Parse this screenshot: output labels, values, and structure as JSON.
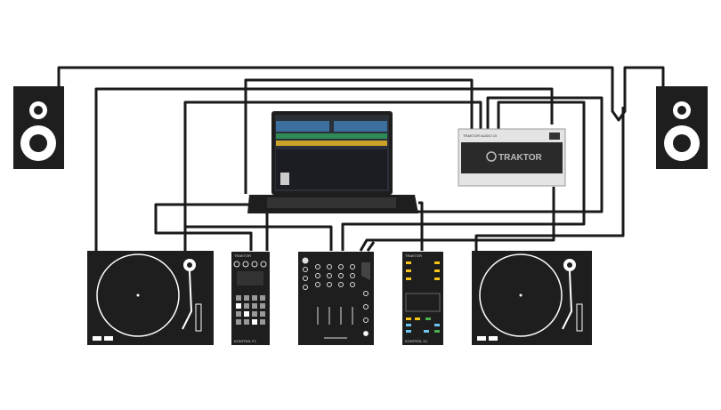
{
  "devices": {
    "interface_brand": "TRAKTOR",
    "interface_model": "TRAKTOR AUDIO 10",
    "f1_brand": "TRAKTOR",
    "f1_name": "KONTROL F1",
    "x1_brand": "TRAKTOR",
    "x1_name": "KONTROL X1"
  },
  "colors": {
    "device": "#1e1e1e",
    "cable": "#1a1a1a",
    "accent_yellow": "#f5c518",
    "accent_blue": "#6ec6f0",
    "accent_green": "#4caf50"
  }
}
